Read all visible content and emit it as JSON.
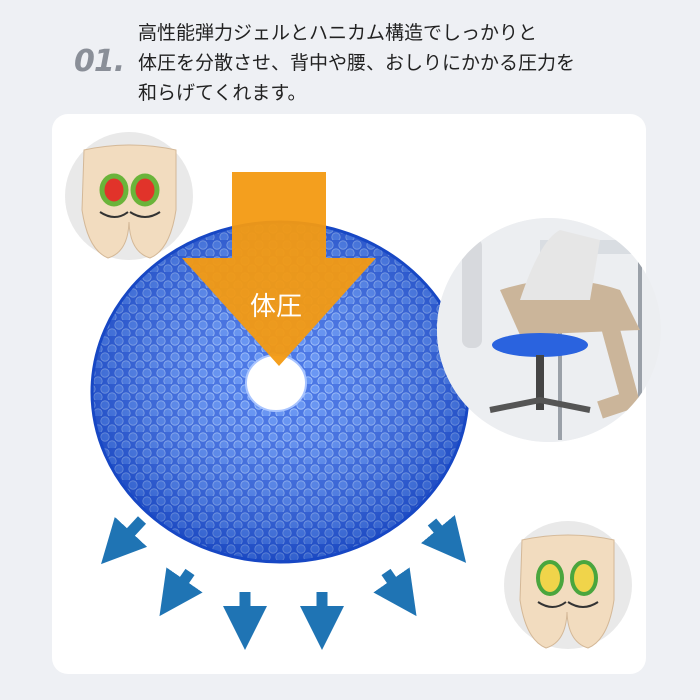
{
  "header": {
    "number": "01.",
    "caption_lines": [
      "高性能弾力ジェルとハニカム構造でしっかりと",
      "体圧を分散させ、背中や腰、おしりにかかる圧力を",
      "和らげてくれます。"
    ]
  },
  "diagram": {
    "pressure_label": "体圧"
  },
  "colors": {
    "background": "#eef0f4",
    "card": "#ffffff",
    "cushion_blue": "#1e4fd6",
    "arrow_orange": "#f39a12",
    "arrow_teal": "#1f74b4",
    "skin": "#f2dcbf"
  }
}
